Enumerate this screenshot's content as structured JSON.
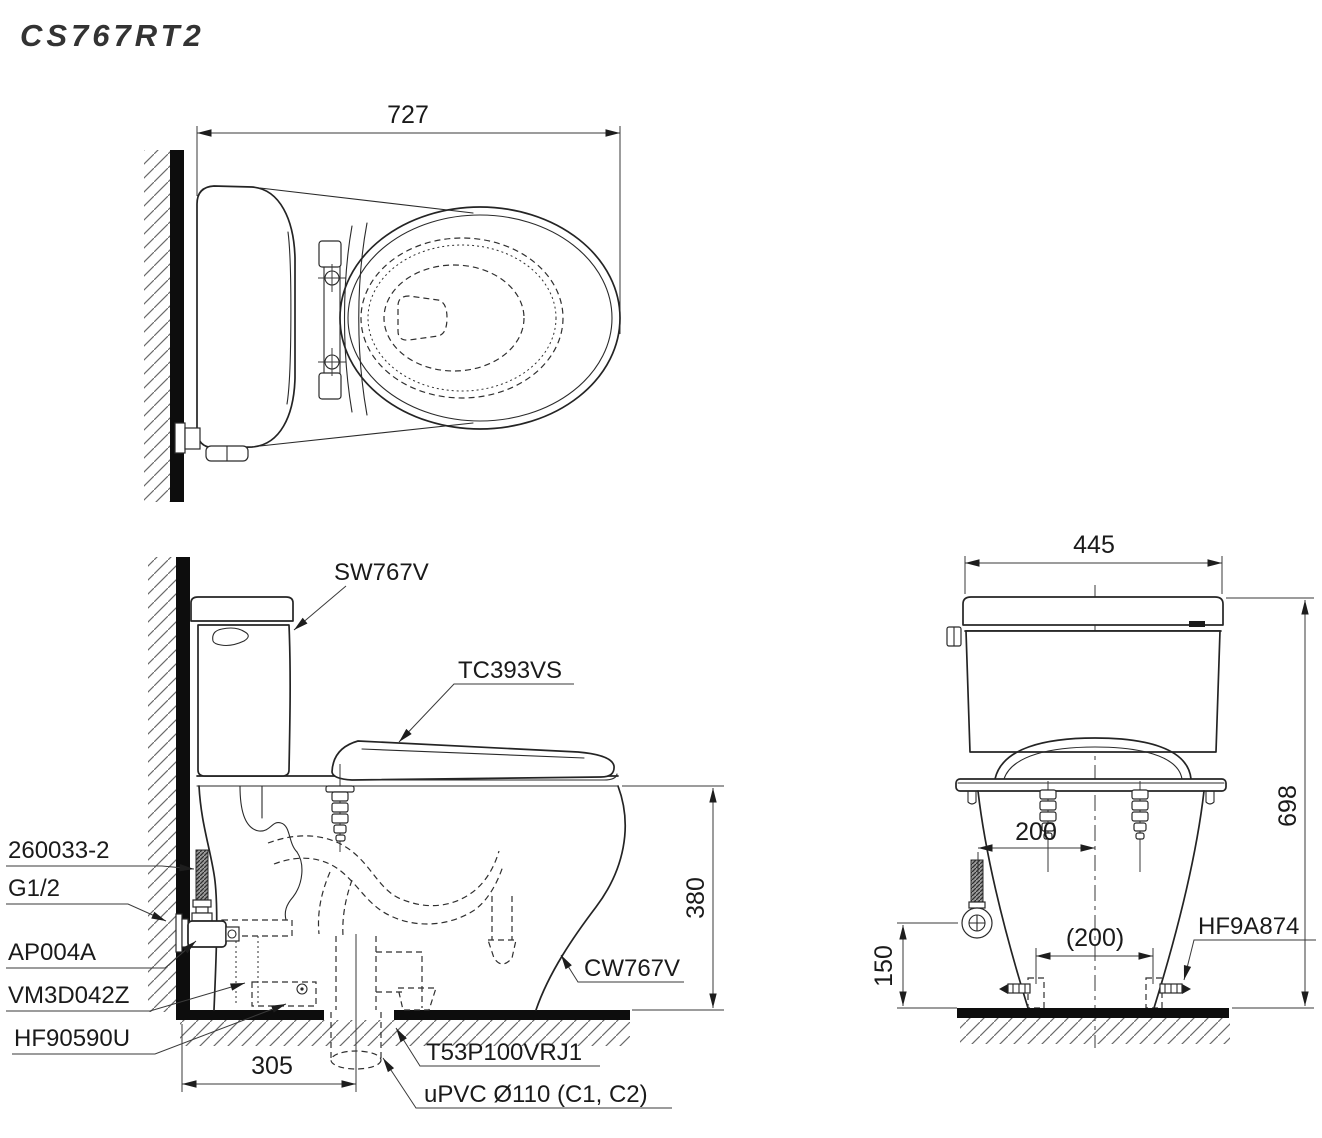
{
  "title": "CS767RT2",
  "colors": {
    "ink": "#1a1a1a",
    "wall": "#0d0d0d",
    "hatch": "#6a6a6a"
  },
  "top_view": {
    "dim_width": "727"
  },
  "side_view": {
    "dim_height": "380",
    "dim_outlet_from_wall": "305",
    "label_tank": "SW767V",
    "label_seat_lid": "TC393VS",
    "label_supply_hose": "260033-2",
    "label_thread_size": "G1/2",
    "label_stop_valve": "AP004A",
    "label_flange": "VM3D042Z",
    "label_seal": "HF90590U",
    "label_bowl": "CW767V",
    "label_outlet_joint": "T53P100VRJ1",
    "label_drain_pipe": "uPVC Ø110 (C1, C2)"
  },
  "front_view": {
    "dim_width": "445",
    "dim_height": "698",
    "dim_supply_to_center": "200",
    "dim_bolt_spacing": "(200)",
    "dim_supply_height": "150",
    "label_fixing_bolt": "HF9A874"
  }
}
